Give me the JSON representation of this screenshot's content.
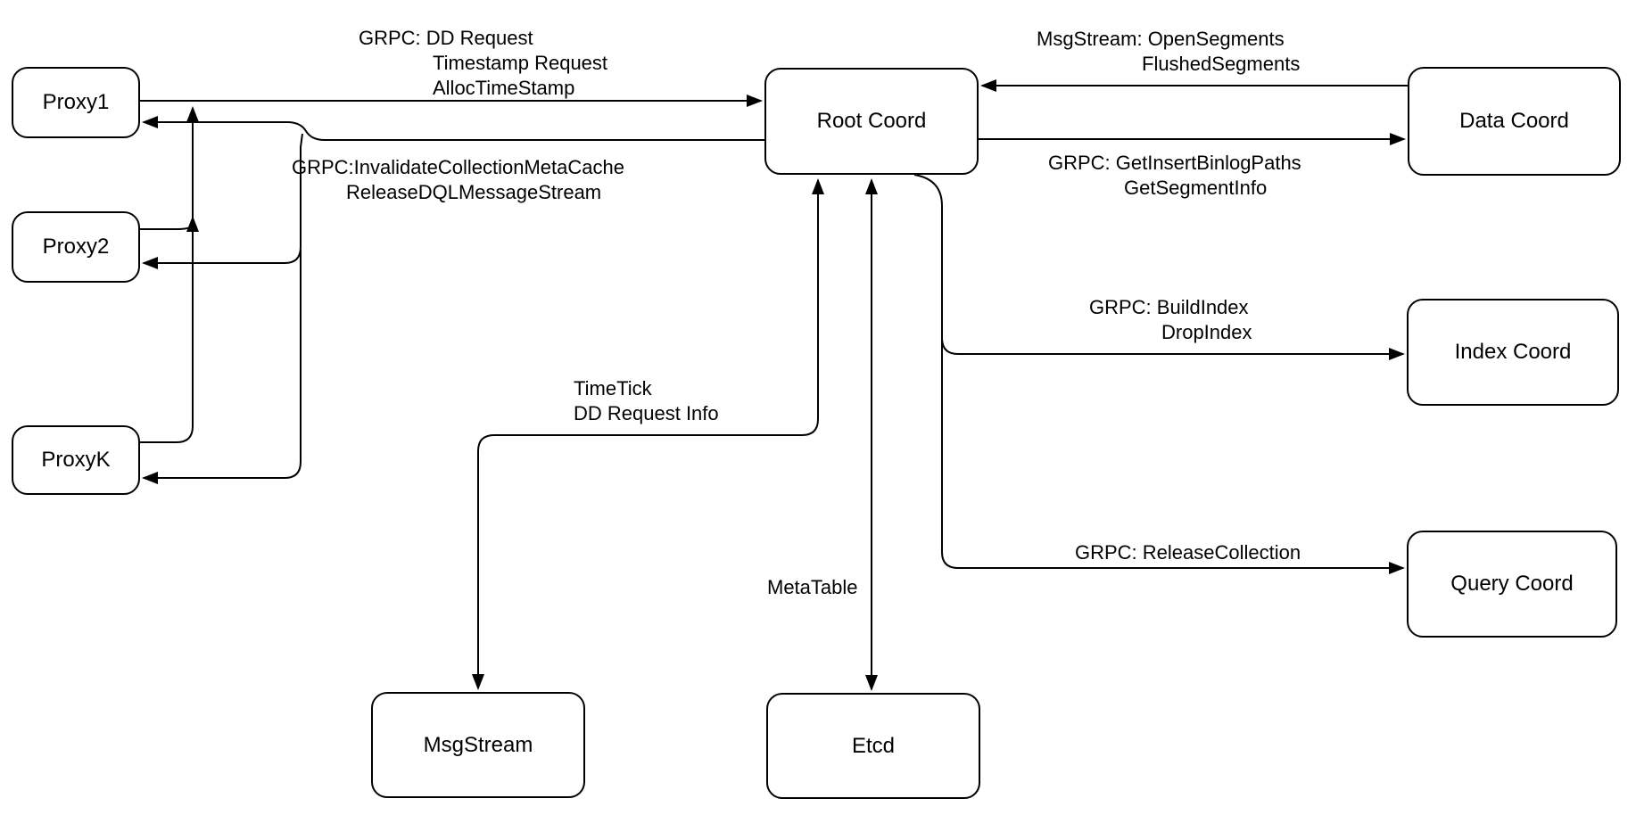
{
  "diagram": {
    "nodes": {
      "proxy1": {
        "label": "Proxy1"
      },
      "proxy2": {
        "label": "Proxy2"
      },
      "proxyk": {
        "label": "ProxyK"
      },
      "root_coord": {
        "label": "Root Coord"
      },
      "data_coord": {
        "label": "Data Coord"
      },
      "index_coord": {
        "label": "Index Coord"
      },
      "query_coord": {
        "label": "Query Coord"
      },
      "msgstream": {
        "label": "MsgStream"
      },
      "etcd": {
        "label": "Etcd"
      }
    },
    "edge_labels": {
      "proxy_to_root": {
        "line1": "GRPC: DD Request",
        "line2": "Timestamp Request",
        "line3": "AllocTimeStamp"
      },
      "root_to_proxies": {
        "line1": "GRPC:InvalidateCollectionMetaCache",
        "line2": "ReleaseDQLMessageStream"
      },
      "data_to_root": {
        "line1": "MsgStream: OpenSegments",
        "line2": "FlushedSegments"
      },
      "root_to_data": {
        "line1": "GRPC: GetInsertBinlogPaths",
        "line2": "GetSegmentInfo"
      },
      "root_to_index": {
        "line1": "GRPC: BuildIndex",
        "line2": "DropIndex"
      },
      "root_to_query": {
        "line1": "GRPC: ReleaseCollection"
      },
      "root_to_msgstream": {
        "line1": "TimeTick",
        "line2": "DD Request Info"
      },
      "root_to_etcd": {
        "line1": "MetaTable"
      }
    },
    "edges": [
      {
        "from": "proxy1",
        "to": "root_coord",
        "label_key": "proxy_to_root",
        "arrowheads": "to"
      },
      {
        "from": "proxy2",
        "to": "root_coord",
        "label_key": "proxy_to_root",
        "arrowheads": "to",
        "note": "merges into Proxy1 line"
      },
      {
        "from": "proxyk",
        "to": "root_coord",
        "label_key": "proxy_to_root",
        "arrowheads": "to",
        "note": "merges into Proxy1 line"
      },
      {
        "from": "root_coord",
        "to": "proxy1",
        "label_key": "root_to_proxies",
        "arrowheads": "to"
      },
      {
        "from": "root_coord",
        "to": "proxy2",
        "label_key": "root_to_proxies",
        "arrowheads": "to"
      },
      {
        "from": "root_coord",
        "to": "proxyk",
        "label_key": "root_to_proxies",
        "arrowheads": "to"
      },
      {
        "from": "data_coord",
        "to": "root_coord",
        "label_key": "data_to_root",
        "arrowheads": "to"
      },
      {
        "from": "root_coord",
        "to": "data_coord",
        "label_key": "root_to_data",
        "arrowheads": "to"
      },
      {
        "from": "root_coord",
        "to": "index_coord",
        "label_key": "root_to_index",
        "arrowheads": "to"
      },
      {
        "from": "root_coord",
        "to": "query_coord",
        "label_key": "root_to_query",
        "arrowheads": "to"
      },
      {
        "from": "root_coord",
        "to": "msgstream",
        "label_key": "root_to_msgstream",
        "arrowheads": "both"
      },
      {
        "from": "root_coord",
        "to": "etcd",
        "label_key": "root_to_etcd",
        "arrowheads": "both"
      }
    ],
    "colors": {
      "stroke": "#000000",
      "node_fill": "#ffffff",
      "text": "#000000",
      "background": "#ffffff"
    }
  }
}
